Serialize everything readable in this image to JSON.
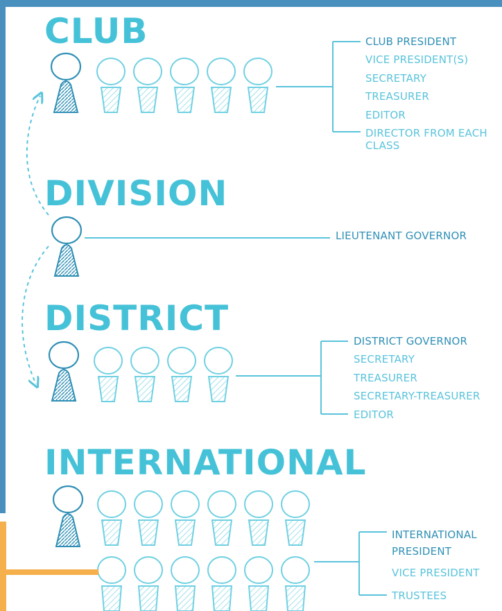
{
  "levels": {
    "club": {
      "title": "CLUB",
      "roles": [
        "CLUB PRESIDENT",
        "VICE PRESIDENT(S)",
        "SECRETARY",
        "TREASURER",
        "EDITOR",
        "DIRECTOR FROM EACH CLASS"
      ]
    },
    "division": {
      "title": "DIVISION",
      "roles": [
        "LIEUTENANT GOVERNOR"
      ]
    },
    "district": {
      "title": "DISTRICT",
      "roles": [
        "DISTRICT GOVERNOR",
        "SECRETARY",
        "TREASURER",
        "SECRETARY-TREASURER",
        "EDITOR"
      ]
    },
    "international": {
      "title": "INTERNATIONAL",
      "roles": [
        "INTERNATIONAL PRESIDENT",
        "VICE PRESIDENT",
        "TRUSTEES"
      ]
    }
  },
  "colors": {
    "heading": "#46c2d8",
    "role_text": "#59c3db",
    "role_text_dark": "#2f8fb5",
    "figure_dark": "#2f8fb5",
    "figure_light": "#6fd0e2",
    "frame": "#4a90bf",
    "accent_bar": "#f5b04c"
  }
}
